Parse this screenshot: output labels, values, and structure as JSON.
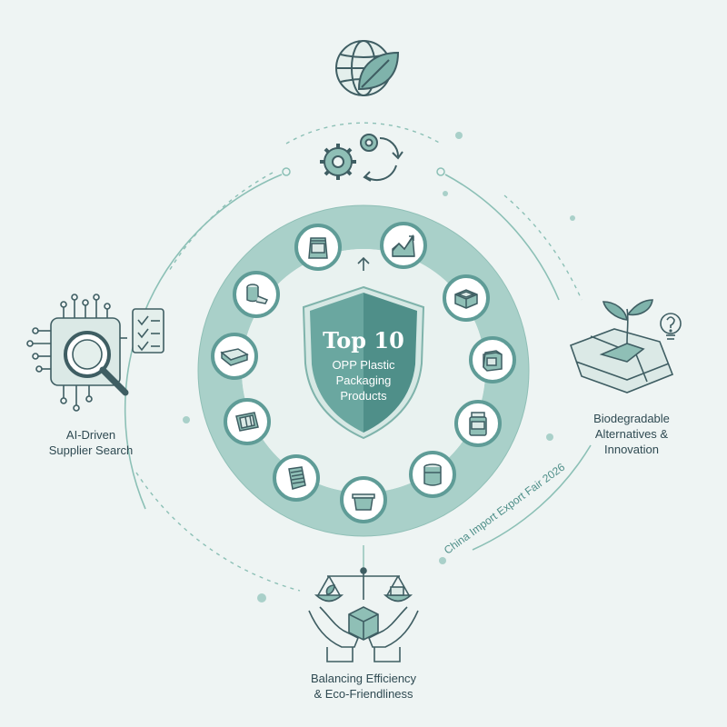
{
  "center": {
    "title": "Top 10",
    "subtitle_lines": [
      "OPP Plastic",
      "Packaging",
      "Products"
    ]
  },
  "nodes": {
    "left": {
      "icon": "ai-circuit-magnifier-checklist-icon",
      "lines": [
        "AI-Driven",
        "Supplier Search"
      ]
    },
    "right": {
      "icon": "sprout-map-lightbulb-icon",
      "lines": [
        "Biodegradable",
        "Alternatives &",
        "Innovation"
      ]
    },
    "bottom": {
      "icon": "scale-hands-box-icon",
      "lines": [
        "Balancing Efficiency",
        "& Eco-Friendliness"
      ]
    },
    "top": {
      "icon": "globe-leaf-icon"
    },
    "top_secondary": {
      "icon": "gears-recycle-icon"
    }
  },
  "arc_caption": "China Import Export Fair 2026",
  "ring_items": [
    {
      "icon": "standup-pouch-icon"
    },
    {
      "icon": "rising-chart-icon"
    },
    {
      "icon": "container-tray-icon"
    },
    {
      "icon": "pack-bag-icon"
    },
    {
      "icon": "jar-icon"
    },
    {
      "icon": "canister-icon"
    },
    {
      "icon": "tub-icon"
    },
    {
      "icon": "stacked-sheets-icon"
    },
    {
      "icon": "sheet-panel-icon"
    },
    {
      "icon": "shallow-tray-icon"
    },
    {
      "icon": "film-roll-icon"
    }
  ],
  "colors": {
    "background": "#eef4f3",
    "ring": "#a9d0c9",
    "ring_inner": "#e9f2f0",
    "badge_border": "#5f9c97",
    "shield_left": "#6aa7a0",
    "shield_right": "#4f8f89",
    "line": "#8cc0b6",
    "icon_stroke": "#3f5e63"
  }
}
